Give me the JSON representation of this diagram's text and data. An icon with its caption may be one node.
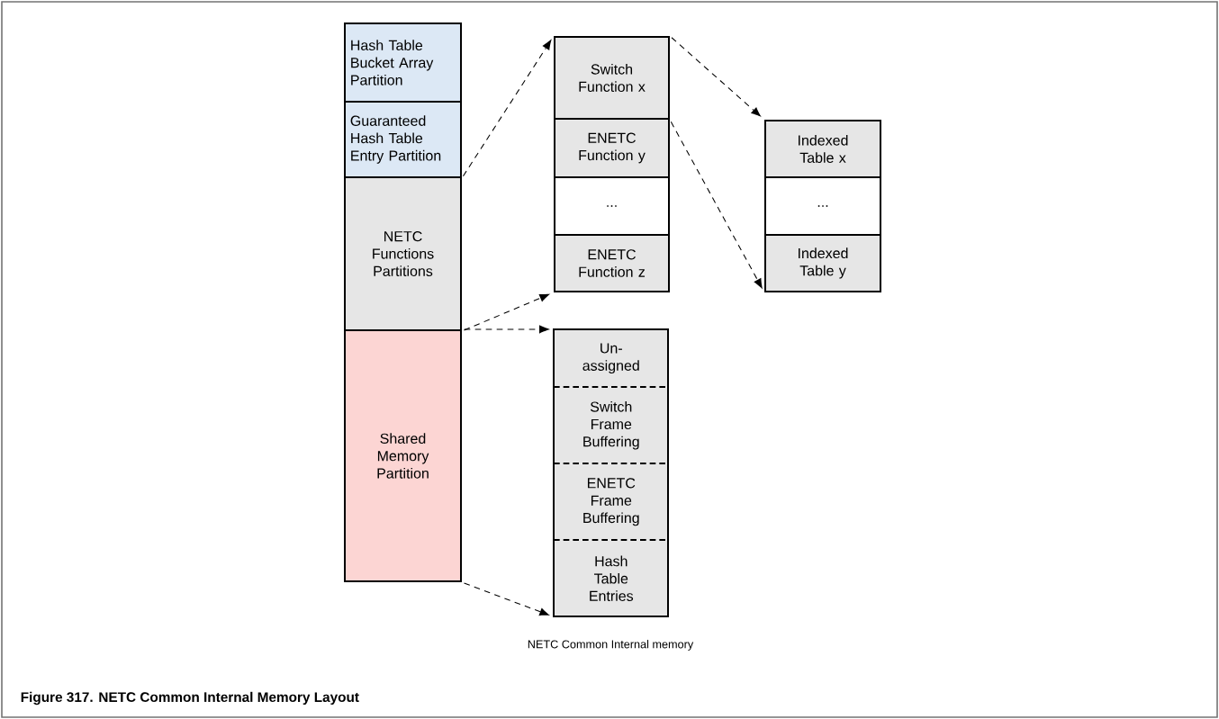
{
  "diagram": {
    "caption": "Figure 317. NETC Common Internal Memory Layout",
    "nodes": [
      {
        "text": [
          "Hash Table Bucket Array Partition"
        ]
      },
      {
        "text": [
          "Guaranteed Hash Table Entry Partition"
        ]
      },
      {
        "text": [
          "NETC Functions Partitions"
        ]
      },
      {
        "text": [
          "Shared Memory Partition"
        ]
      },
      {
        "text": [
          "Switch Function x"
        ]
      },
      {
        "text": [
          "ENETC Function y"
        ]
      },
      {
        "text": [
          "..."
        ]
      },
      {
        "text": [
          "ENETC Function z"
        ]
      },
      {
        "text": [
          "Un- assigned"
        ]
      },
      {
        "text": [
          "Switch Frame Buffering"
        ]
      },
      {
        "text": [
          "ENETC Frame Buffering"
        ]
      },
      {
        "text": [
          "Hash Table Entries"
        ]
      },
      {
        "text": [
          "Indexed Table x"
        ]
      },
      {
        "text": [
          "..."
        ]
      },
      {
        "text": [
          "Indexed Table y"
        ]
      }
    ],
    "edges": [
      {
        "from": 1,
        "to": 4,
        "arrow": "to",
        "style": "dashed"
      },
      {
        "from": 2,
        "to": 7,
        "arrow": "to",
        "style": "dashed"
      },
      {
        "from": 3,
        "to": 8,
        "arrow": "to",
        "style": "dashed"
      },
      {
        "from": 3,
        "to": 11,
        "arrow": "to",
        "style": "dashed"
      },
      {
        "from": 4,
        "to": 12,
        "arrow": "to",
        "style": "dashed"
      },
      {
        "from": 4,
        "to": 14,
        "arrow": "to",
        "style": "dashed"
      }
    ],
    "labels": [
      "NETC Common Internal memory"
    ]
  }
}
